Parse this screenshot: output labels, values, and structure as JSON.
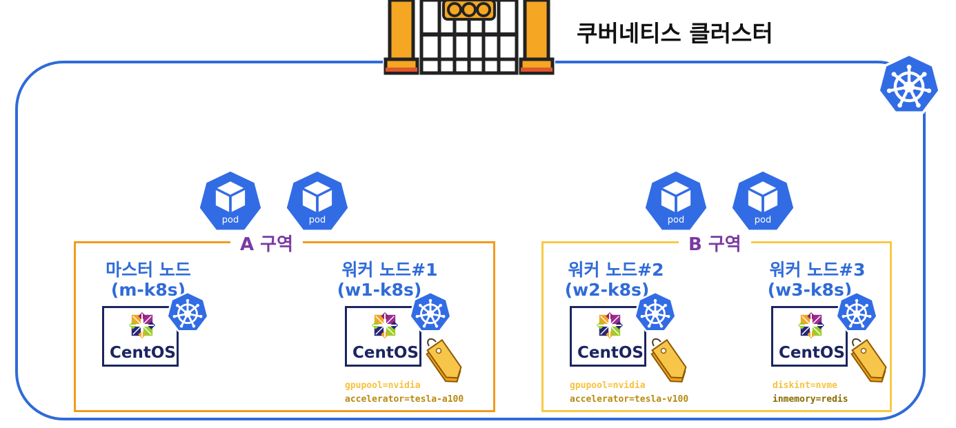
{
  "cluster": {
    "title": "쿠버네티스 클러스터"
  },
  "pods": [
    {
      "label": "pod"
    },
    {
      "label": "pod"
    },
    {
      "label": "pod"
    },
    {
      "label": "pod"
    }
  ],
  "zones": [
    {
      "label": "A 구역"
    },
    {
      "label": "B 구역"
    }
  ],
  "nodes": [
    {
      "title": "마스터 노드",
      "host": "(m-k8s)",
      "os": "CentOS",
      "labels": []
    },
    {
      "title": "워커 노드#1",
      "host": "(w1-k8s)",
      "os": "CentOS",
      "labels": [
        "gpupool=nvidia",
        "accelerator=tesla-a100"
      ]
    },
    {
      "title": "워커 노드#2",
      "host": "(w2-k8s)",
      "os": "CentOS",
      "labels": [
        "gpupool=nvidia",
        "accelerator=tesla-v100"
      ]
    },
    {
      "title": "워커 노드#3",
      "host": "(w3-k8s)",
      "os": "CentOS",
      "labels": [
        "diskint=nvme",
        "inmemory=redis"
      ]
    }
  ],
  "colors": {
    "cluster_border": "#2f6bd8",
    "k8s_blue": "#326ce5",
    "zone_a": "#f39a1e",
    "zone_b": "#f8c945",
    "zone_label": "#7a3aa0",
    "node_text": "#2f6bd8",
    "centos_navy": "#1b2560",
    "tag": "#f6b42a"
  },
  "icons": [
    "gate-icon",
    "kubernetes-helm-icon",
    "pod-cube-icon",
    "centos-logo-icon",
    "label-tag-icon"
  ]
}
